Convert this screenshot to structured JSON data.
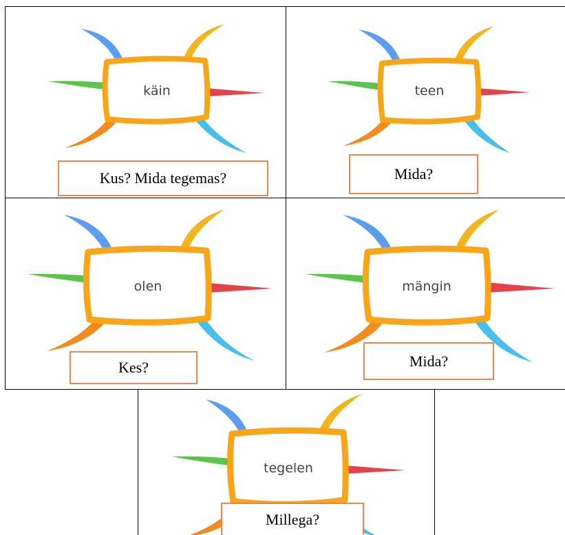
{
  "cards": [
    {
      "word": "käin",
      "question": "Kus? Mida tegemas?"
    },
    {
      "word": "teen",
      "question": "Mida?"
    },
    {
      "word": "olen",
      "question": "Kes?"
    },
    {
      "word": "mängin",
      "question": "Mida?"
    },
    {
      "word": "tegelen",
      "question": "Millega?"
    }
  ],
  "colors": {
    "center_frame": "#f9a51a",
    "branch_blue": "#5b9ef0",
    "branch_yellow": "#f3b51b",
    "branch_green": "#5bc44a",
    "branch_red": "#e5434b",
    "branch_orange": "#f38b1e",
    "branch_cyan": "#46bfeb",
    "question_border": "#e8884a"
  }
}
